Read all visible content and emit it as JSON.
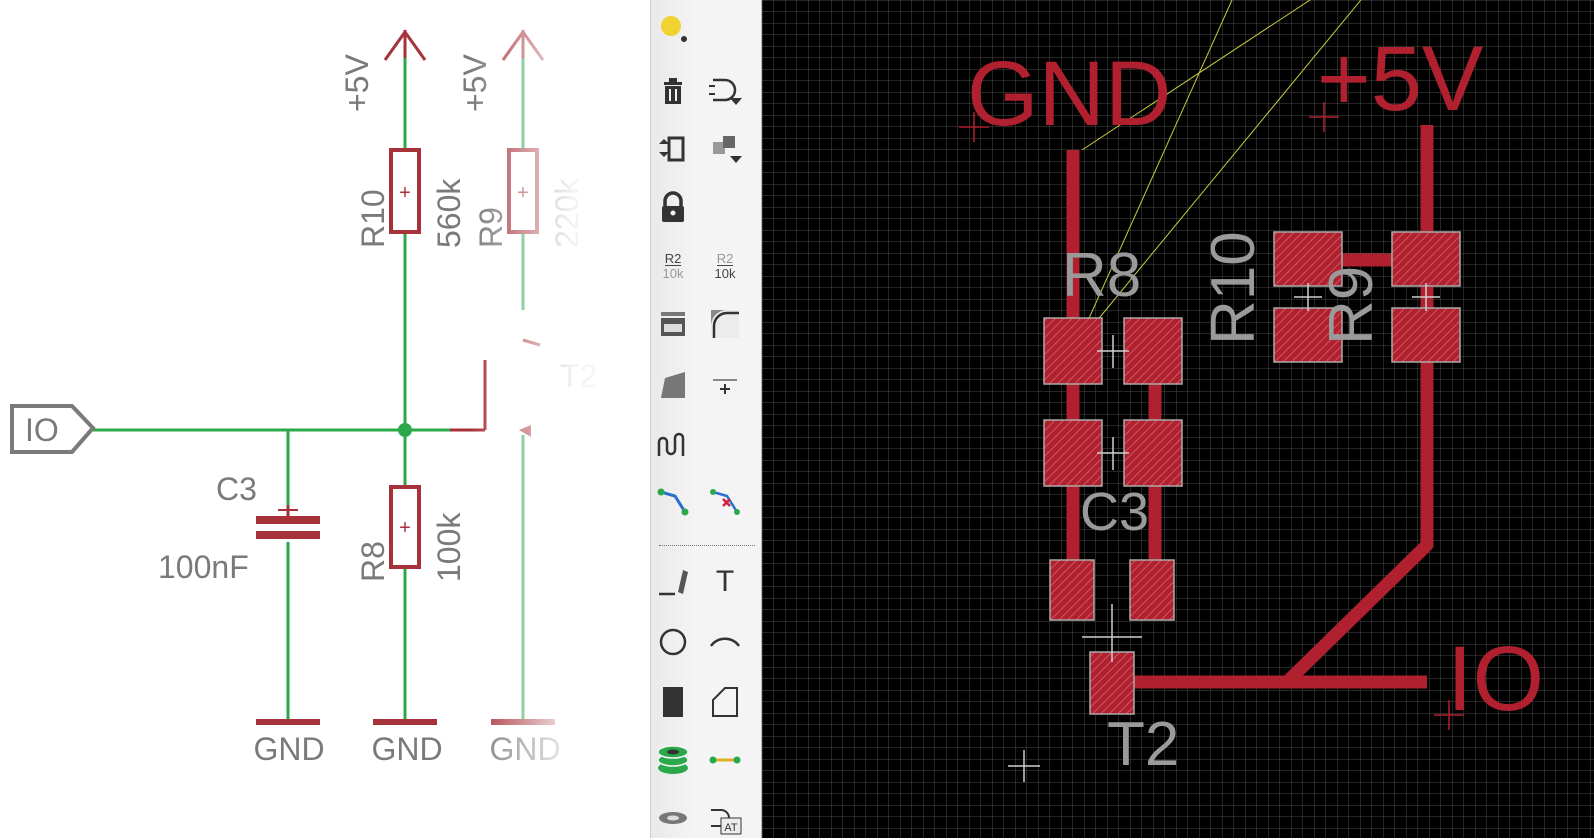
{
  "schematic": {
    "labels": {
      "vcc_a": "+5V",
      "vcc_b": "+5V",
      "r10_name": "R10",
      "r10_value": "560k",
      "r9_name": "R9",
      "r9_value": "220k",
      "r8_name": "R8",
      "r8_value": "100k",
      "c3_name": "C3",
      "c3_value": "100nF",
      "t2_name": "T2",
      "io_port": "IO",
      "gnd_a": "GND",
      "gnd_b": "GND",
      "gnd_c": "GND"
    }
  },
  "toolbar": {
    "items": [
      {
        "name": "info",
        "icon": "info-dot-icon"
      },
      {
        "name": "delete",
        "icon": "trash-icon"
      },
      {
        "name": "add",
        "icon": "add-part-icon"
      },
      {
        "name": "move",
        "icon": "move-icon"
      },
      {
        "name": "replace",
        "icon": "replace-icon"
      },
      {
        "name": "lock",
        "icon": "lock-icon"
      },
      {
        "name": "name",
        "icon": "name-icon",
        "text_top": "R2",
        "text_bottom": "10k"
      },
      {
        "name": "value",
        "icon": "value-icon",
        "text_top": "R2",
        "text_bottom": "10k"
      },
      {
        "name": "smash",
        "icon": "smash-icon"
      },
      {
        "name": "miter",
        "icon": "miter-icon"
      },
      {
        "name": "split",
        "icon": "split-icon"
      },
      {
        "name": "optimize",
        "icon": "optimize-icon"
      },
      {
        "name": "meander",
        "icon": "meander-icon"
      },
      {
        "name": "route",
        "icon": "route-icon"
      },
      {
        "name": "ripup",
        "icon": "ripup-icon"
      },
      {
        "name": "wire",
        "icon": "wire-icon"
      },
      {
        "name": "text",
        "icon": "text-icon",
        "text": "T"
      },
      {
        "name": "circle",
        "icon": "circle-icon"
      },
      {
        "name": "arc",
        "icon": "arc-icon"
      },
      {
        "name": "rect",
        "icon": "rect-icon"
      },
      {
        "name": "polygon",
        "icon": "polygon-icon"
      },
      {
        "name": "via",
        "icon": "via-icon"
      },
      {
        "name": "signal",
        "icon": "signal-icon"
      },
      {
        "name": "hole",
        "icon": "hole-icon"
      },
      {
        "name": "attribute",
        "icon": "attribute-icon",
        "text": "AT"
      }
    ]
  },
  "board": {
    "labels": {
      "gnd": "GND",
      "vcc": "+5V",
      "io": "IO",
      "r8": "R8",
      "r10": "R10",
      "r9": "R9",
      "c3": "C3",
      "t2": "T2"
    }
  },
  "colors": {
    "wire": "#2aa84a",
    "part": "#a8323a",
    "text": "#7a7a7a",
    "trace": "#b0202e",
    "grid": "#3a3a3a",
    "airwire": "#c8c840"
  }
}
